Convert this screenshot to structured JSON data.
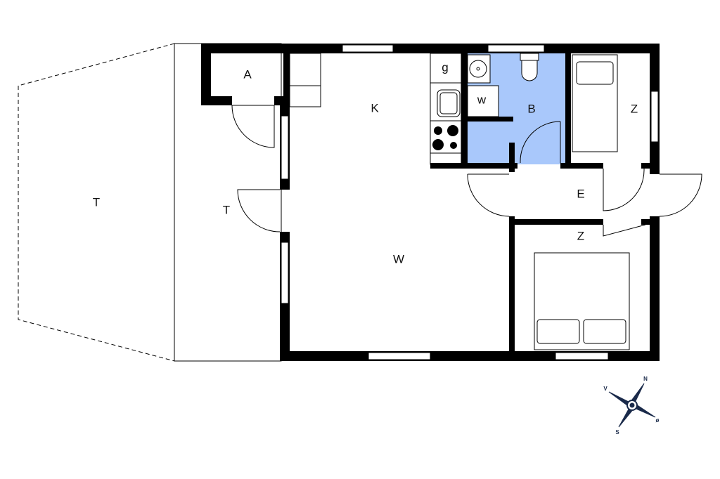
{
  "rooms": {
    "terrace_outer": "T",
    "terrace_inner": "T",
    "closet": "A",
    "kitchen": "K",
    "kitchen_g": "g",
    "washer": "w",
    "bathroom": "B",
    "bedroom_top": "Z",
    "entry": "E",
    "bedroom_bottom": "Z",
    "living": "W"
  },
  "compass": {
    "north": "N",
    "west": "V",
    "south": "S",
    "east": "ø"
  },
  "colors": {
    "bathroom": "#a9c8fb",
    "wall": "#000000",
    "compass": "#1a2a4a"
  }
}
